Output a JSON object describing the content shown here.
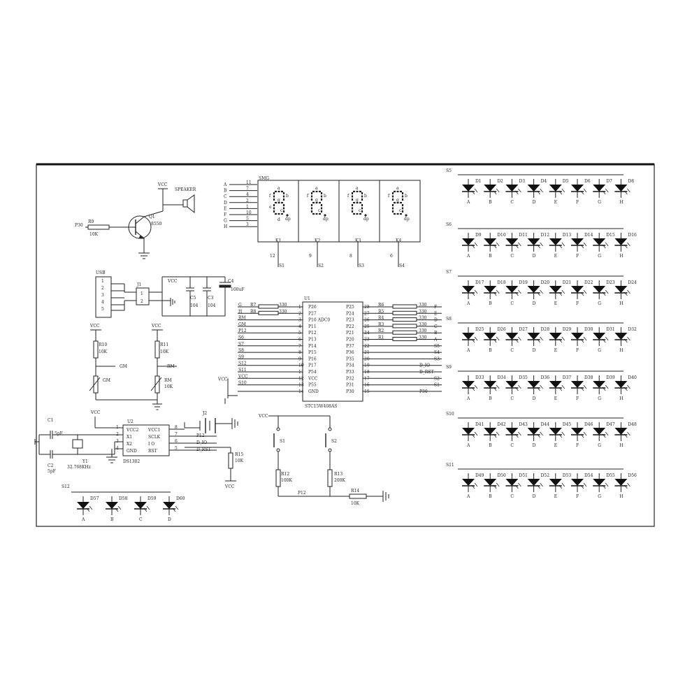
{
  "speaker": {
    "vcc": "VCC",
    "label": "SPEAKER",
    "ref": "Q1",
    "part": "8550",
    "net": "P30",
    "res_ref": "R9",
    "res_val": "10K"
  },
  "smg": {
    "title": "SMG",
    "pins_in": [
      [
        "A",
        "11"
      ],
      [
        "B",
        "7"
      ],
      [
        "C",
        "4"
      ],
      [
        "D",
        "2"
      ],
      [
        "E",
        "1"
      ],
      [
        "F",
        "10"
      ],
      [
        "G",
        "5"
      ],
      [
        "H",
        "3"
      ]
    ],
    "pin_letters": [
      "a",
      "b",
      "c",
      "d",
      "e",
      "f",
      "g",
      "dp"
    ],
    "seg_labels": [
      "a",
      "b",
      "c",
      "d",
      "e",
      "f",
      "g",
      "dp"
    ],
    "commons": [
      "K1",
      "K2",
      "K3",
      "K4"
    ],
    "digit_pins": [
      "12",
      "9",
      "8",
      "6"
    ],
    "digit_nets": [
      "S1",
      "S2",
      "S3",
      "S4"
    ]
  },
  "usb": {
    "label": "USB",
    "pins": [
      "1",
      "2",
      "3",
      "4",
      "5"
    ],
    "switch_ref": "J1",
    "switch_pins": [
      "1",
      "2"
    ],
    "vcc": "VCC",
    "caps": [
      [
        "C5",
        "104"
      ],
      [
        "C3",
        "104"
      ]
    ],
    "elec_ref": "C4",
    "elec_val": "100uF"
  },
  "pots": [
    {
      "vcc": "VCC",
      "res_ref": "R10",
      "res_val": "10K",
      "net": "GM",
      "pot_ref": "GM",
      "pot_val": ""
    },
    {
      "vcc": "VCC",
      "res_ref": "R11",
      "res_val": "10K",
      "net": "RM",
      "pot_ref": "RM",
      "pot_val": "10K"
    }
  ],
  "rtc": {
    "vcc": "VCC",
    "ref": "U2",
    "part": "DS1302",
    "left_pins": [
      [
        "1",
        "VCC2"
      ],
      [
        "2",
        "X1"
      ],
      [
        "3",
        "X2"
      ],
      [
        "4",
        "GND"
      ]
    ],
    "right_pins": [
      [
        "8",
        "VCC1",
        "",
        ""
      ],
      [
        "7",
        "SCLK",
        "P12",
        ""
      ],
      [
        "6",
        "I O",
        "D_IO",
        ""
      ],
      [
        "5",
        "RST",
        "D_RST",
        ""
      ]
    ],
    "c1_ref": "C1",
    "c1_val": "5pF",
    "c2_ref": "C2",
    "c2_val": "5pF",
    "xtal_ref": "Y1",
    "xtal_val": "32.768KHz",
    "bat_ref": "J2",
    "r15_ref": "R15",
    "r15_val": "10K",
    "r15_vcc": "VCC"
  },
  "mcu": {
    "ref": "U1",
    "part": "STC15W408AS",
    "left_pins": [
      {
        "net": "G",
        "r": "R7",
        "v": "330",
        "num": "1",
        "name": "P26"
      },
      {
        "net": "H",
        "r": "R8",
        "v": "330",
        "num": "2",
        "name": "P27"
      },
      {
        "net": "RM",
        "r": "",
        "v": "",
        "num": "3",
        "name": "P10 ADC0"
      },
      {
        "net": "GM",
        "r": "",
        "v": "",
        "num": "4",
        "name": "P11"
      },
      {
        "net": "P12",
        "r": "",
        "v": "",
        "num": "5",
        "name": "P12"
      },
      {
        "net": "S6",
        "r": "",
        "v": "",
        "num": "6",
        "name": "P13"
      },
      {
        "net": "S7",
        "r": "",
        "v": "",
        "num": "7",
        "name": "P14"
      },
      {
        "net": "S8",
        "r": "",
        "v": "",
        "num": "8",
        "name": "P15"
      },
      {
        "net": "S9",
        "r": "",
        "v": "",
        "num": "9",
        "name": "P16"
      },
      {
        "net": "S12",
        "r": "",
        "v": "",
        "num": "10",
        "name": "P17"
      },
      {
        "net": "S11",
        "r": "",
        "v": "",
        "num": "11",
        "name": "P54"
      },
      {
        "net": "VCC",
        "r": "",
        "v": "",
        "num": "12",
        "name": "VCC"
      },
      {
        "net": "S10",
        "r": "",
        "v": "",
        "num": "13",
        "name": "P55"
      },
      {
        "net": "",
        "r": "",
        "v": "",
        "num": "14",
        "name": "GND"
      }
    ],
    "right_pins": [
      {
        "name": "P25",
        "num": "28",
        "r": "R6",
        "v": "330",
        "net": "F"
      },
      {
        "name": "P24",
        "num": "27",
        "r": "R5",
        "v": "330",
        "net": "E"
      },
      {
        "name": "P23",
        "num": "26",
        "r": "R4",
        "v": "330",
        "net": "D"
      },
      {
        "name": "P22",
        "num": "25",
        "r": "R3",
        "v": "330",
        "net": "C"
      },
      {
        "name": "P21",
        "num": "24",
        "r": "R2",
        "v": "330",
        "net": "B"
      },
      {
        "name": "P20",
        "num": "23",
        "r": "R1",
        "v": "330",
        "net": "A"
      },
      {
        "name": "P37",
        "num": "22",
        "r": "",
        "v": "",
        "net": "S5"
      },
      {
        "name": "P36",
        "num": "21",
        "r": "",
        "v": "",
        "net": "S4"
      },
      {
        "name": "P35",
        "num": "20",
        "r": "",
        "v": "",
        "net": "S3"
      },
      {
        "name": "P34",
        "num": "19",
        "r": "",
        "v": "",
        "net": "D_IO"
      },
      {
        "name": "P33",
        "num": "18",
        "r": "",
        "v": "",
        "net": "D_RST"
      },
      {
        "name": "P32",
        "num": "17",
        "r": "",
        "v": "",
        "net": "S2"
      },
      {
        "name": "P31",
        "num": "16",
        "r": "",
        "v": "",
        "net": "S1"
      },
      {
        "name": "P30",
        "num": "15",
        "r": "",
        "v": "",
        "net": "P30"
      }
    ]
  },
  "buttons": {
    "vcc": "VCC",
    "s1": "S1",
    "s2": "S2",
    "r12_ref": "R12",
    "r12_val": "100K",
    "r13_ref": "R13",
    "r13_val": "200K",
    "net": "P12",
    "r14_ref": "R14",
    "r14_val": "10K"
  },
  "led_rows": [
    {
      "row": "S5",
      "refs": [
        "D1",
        "D2",
        "D3",
        "D4",
        "D5",
        "D6",
        "D7",
        "D8"
      ]
    },
    {
      "row": "S6",
      "refs": [
        "D9",
        "D10",
        "D11",
        "D12",
        "D13",
        "D14",
        "D15",
        "D16"
      ]
    },
    {
      "row": "S7",
      "refs": [
        "D17",
        "D18",
        "D19",
        "D20",
        "D21",
        "D22",
        "D23",
        "D24"
      ]
    },
    {
      "row": "S8",
      "refs": [
        "D25",
        "D26",
        "D27",
        "D28",
        "D29",
        "D30",
        "D31",
        "D32"
      ]
    },
    {
      "row": "S9",
      "refs": [
        "D33",
        "D34",
        "D35",
        "D36",
        "D37",
        "D38",
        "D39",
        "D40"
      ]
    },
    {
      "row": "S10",
      "refs": [
        "D41",
        "D42",
        "D43",
        "D44",
        "D45",
        "D46",
        "D47",
        "D48"
      ]
    },
    {
      "row": "S11",
      "refs": [
        "D49",
        "D50",
        "D51",
        "D52",
        "D53",
        "D54",
        "D55",
        "D56"
      ]
    }
  ],
  "led_cols": [
    "A",
    "B",
    "C",
    "D",
    "E",
    "F",
    "G",
    "H"
  ],
  "bottom_leds": {
    "row": "S12",
    "refs": [
      "D57",
      "D58",
      "D59",
      "D60"
    ],
    "cols": [
      "A",
      "B",
      "C",
      "D"
    ]
  }
}
